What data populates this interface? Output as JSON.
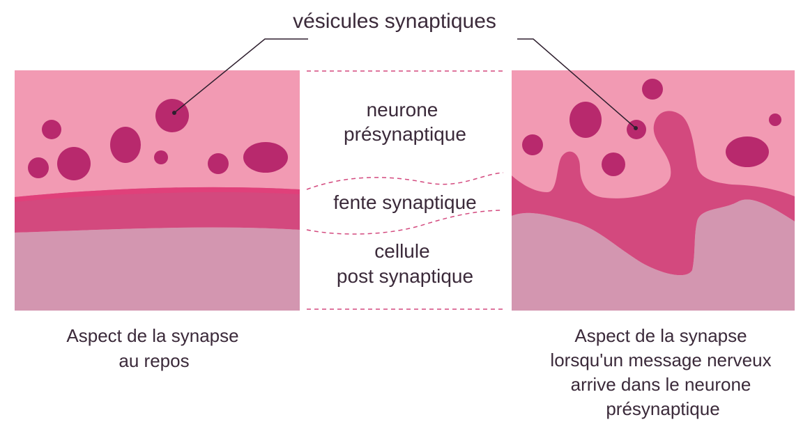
{
  "callout": {
    "label": "vésicules synaptiques"
  },
  "middle_labels": {
    "presynaptic": [
      "neurone",
      "présynaptique"
    ],
    "cleft": "fente synaptique",
    "postsynaptic": [
      "cellule",
      "post synaptique"
    ]
  },
  "captions": {
    "left": [
      "Aspect de la synapse",
      "au repos"
    ],
    "right": [
      "Aspect de la synapse",
      "lorsqu'un message nerveux",
      "arrive dans le neurone",
      "présynaptique"
    ]
  },
  "colors": {
    "presynaptic": "#f29ab3",
    "vesicle": "#b8296d",
    "cleft": "#d3497e",
    "cleft_edge": "#e0407a",
    "postsynaptic": "#d396b0",
    "text": "#3b2a3a",
    "dashed": "#d3497e"
  }
}
